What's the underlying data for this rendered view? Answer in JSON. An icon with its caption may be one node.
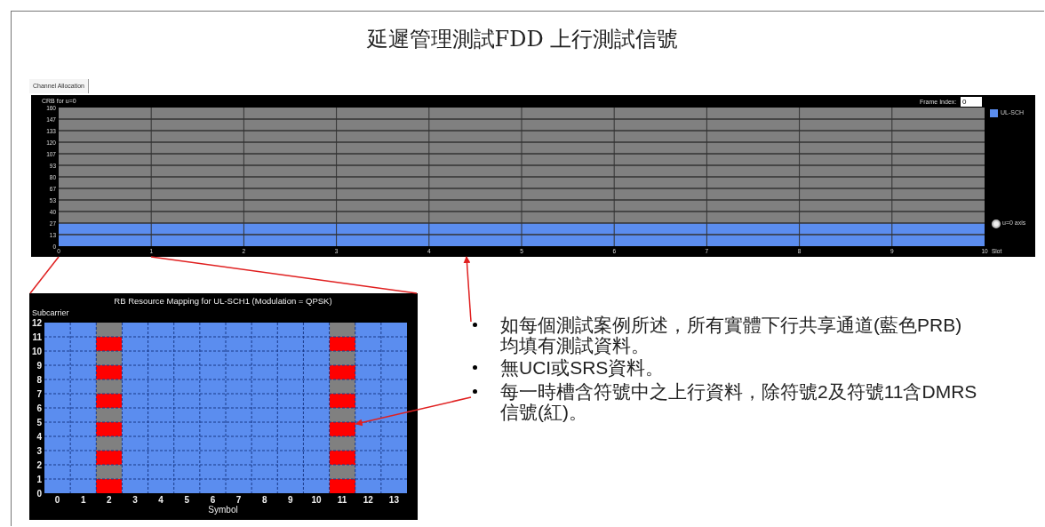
{
  "diagram": {
    "title": "延遲管理測試FDD 上行測試信號",
    "nodes": [
      {
        "text": [
          "CRB for u=0",
          "Frame Index:",
          "u=0 axis",
          "Slot"
        ]
      },
      {
        "text": [
          "RB Resource Mapping for UL-SCH1 (Modulation = QPSK)",
          "Subcarrier",
          "Symbol"
        ]
      },
      {
        "text": [],
        "shape": "bar",
        "in": 1
      },
      {
        "text": [],
        "shape": "bar",
        "in": 1
      },
      {
        "text": [
          "如每個測試案例所述，所有實體下行共享通道(藍色PRB)均填有測試資料。"
        ]
      },
      {
        "text": [
          "每一時槽含符號中之上行資料，除符號2及符號11含DMRS信號(紅)。"
        ]
      }
    ],
    "edges": [
      {
        "from": 0,
        "to": 1,
        "arrow": "none"
      },
      {
        "from": 0,
        "to": 1,
        "arrow": "none"
      },
      {
        "from": 4,
        "to": 0,
        "arrow": "to"
      },
      {
        "from": 5,
        "to": 3,
        "arrow": "to"
      }
    ],
    "labels": [
      "Channel Allocation",
      "0",
      "0",
      "13",
      "27",
      "40",
      "53",
      "67",
      "80",
      "93",
      "107",
      "120",
      "133",
      "147",
      "160",
      "0",
      "1",
      "2",
      "3",
      "4",
      "5",
      "6",
      "7",
      "8",
      "9",
      "10",
      "0",
      "1",
      "2",
      "3",
      "4",
      "5",
      "6",
      "7",
      "8",
      "9",
      "10",
      "11",
      "12",
      "0",
      "1",
      "2",
      "3",
      "4",
      "5",
      "6",
      "7",
      "8",
      "9",
      "10",
      "11",
      "12",
      "13",
      "無UCI或SRS資料。"
    ],
    "legend": [
      {
        "text": "UL-SCH",
        "color": "#5b8def"
      }
    ]
  }
}
